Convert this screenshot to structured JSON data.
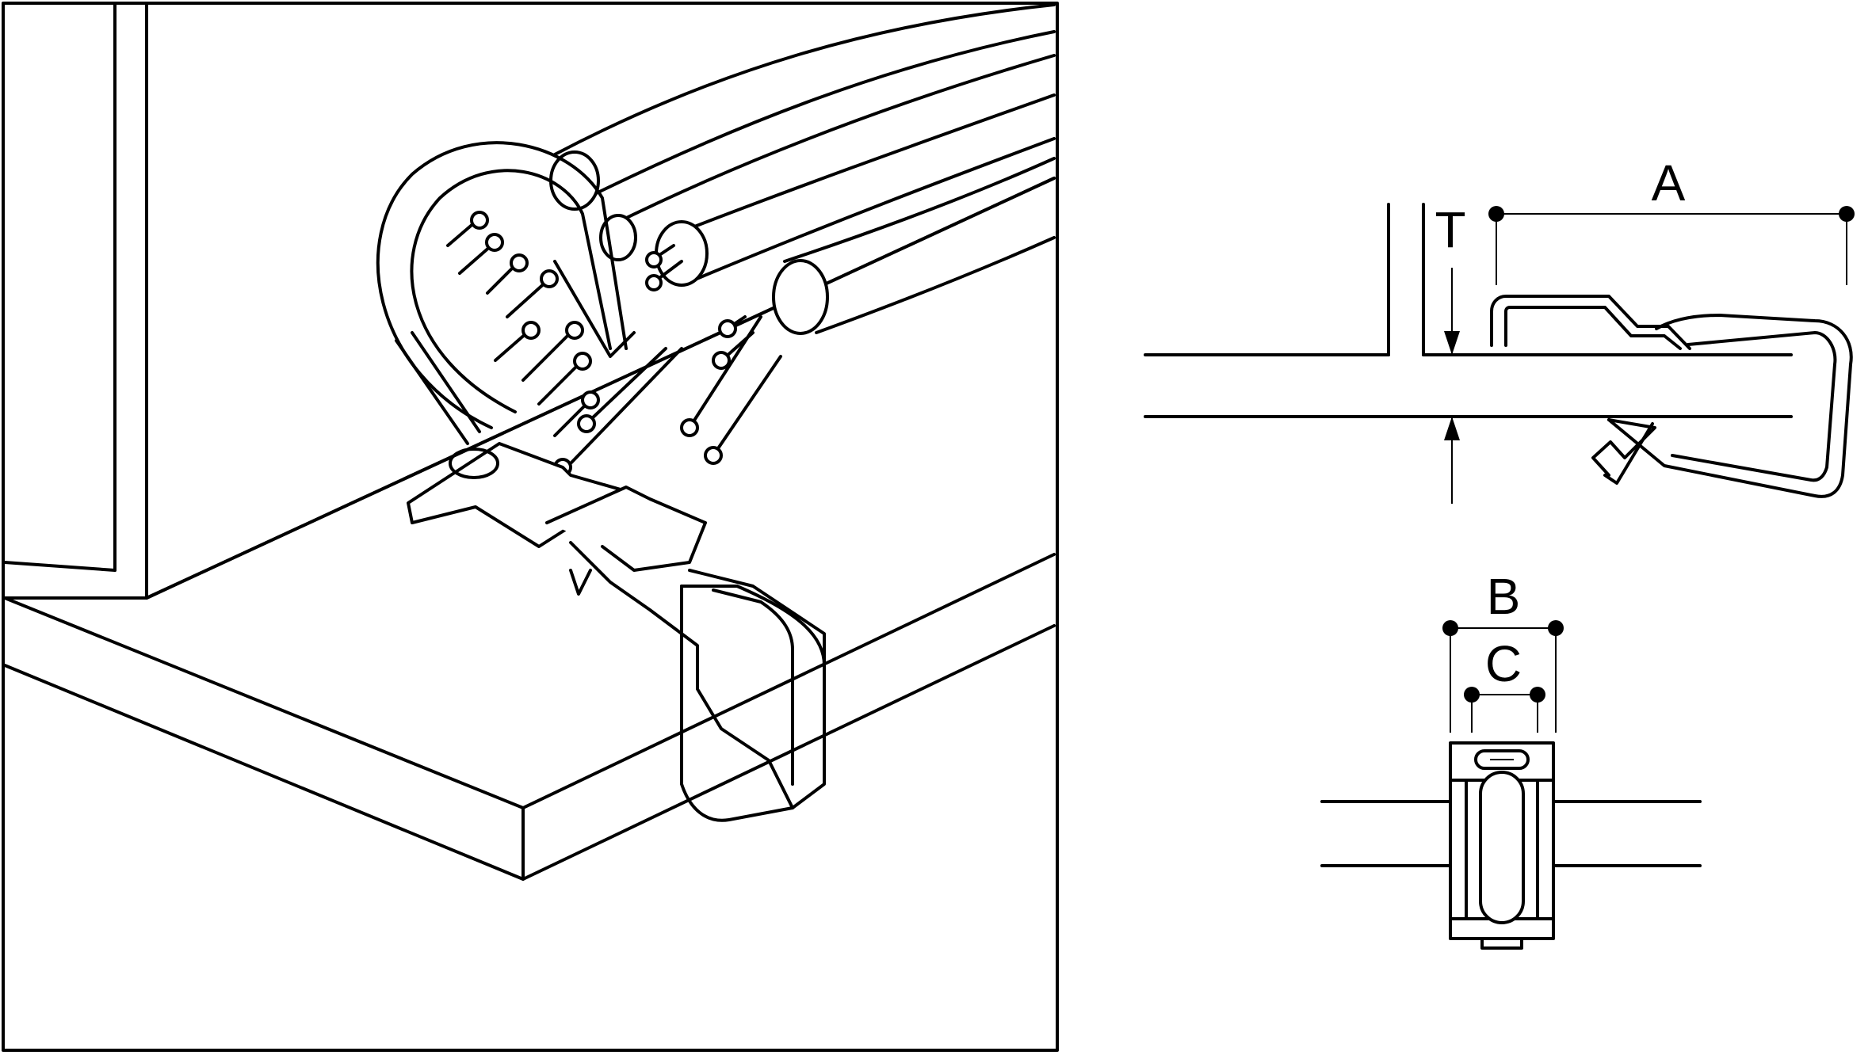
{
  "labels": {
    "A": "A",
    "T": "T",
    "B": "B",
    "C": "C"
  },
  "colors": {
    "line": "#000000",
    "background": "#ffffff"
  }
}
